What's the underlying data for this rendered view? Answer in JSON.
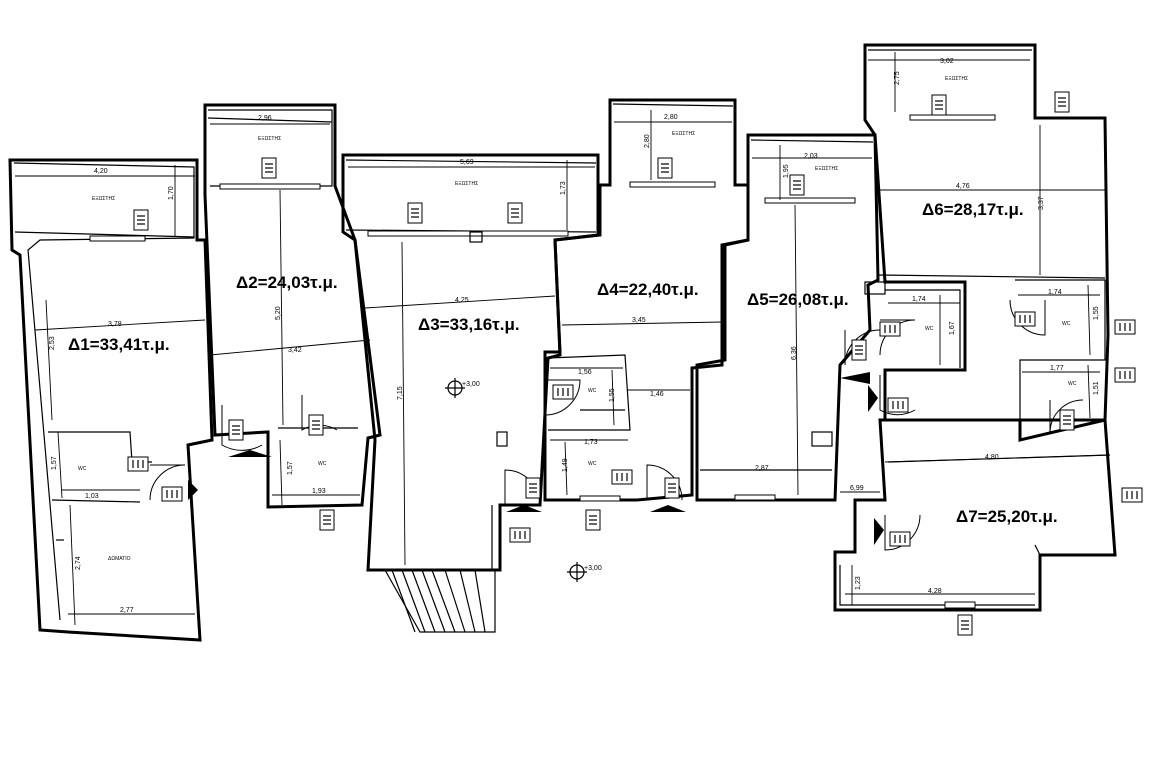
{
  "units": [
    {
      "id": "d1",
      "label": "Δ1=33,41τ.μ."
    },
    {
      "id": "d2",
      "label": "Δ2=24,03τ.μ."
    },
    {
      "id": "d3",
      "label": "Δ3=33,16τ.μ."
    },
    {
      "id": "d4",
      "label": "Δ4=22,40τ.μ."
    },
    {
      "id": "d5",
      "label": "Δ5=26,08τ.μ."
    },
    {
      "id": "d6",
      "label": "Δ6=28,17τ.μ."
    },
    {
      "id": "d7",
      "label": "Δ7=25,20τ.μ."
    }
  ],
  "dimensions": [
    "4,20",
    "1,70",
    "3,78",
    "2,53",
    "1,57",
    "1,03",
    "2,74",
    "2,77",
    "2,96",
    "3,42",
    "5,20",
    "1,57",
    "1,93",
    "5,69",
    "1,73",
    "4,25",
    "7,15",
    "2,80",
    "2,80",
    "3,45",
    "1,56",
    "1,55",
    "1,46",
    "1,73",
    "1,49",
    "2,03",
    "1,95",
    "6,36",
    "2,87",
    "3,02",
    "2,75",
    "4,76",
    "3,37",
    "1,74",
    "1,67",
    "1,74",
    "1,55",
    "1,77",
    "1,51",
    "4,80",
    "6,99",
    "4,28",
    "1,23"
  ],
  "rooms": {
    "balcony": "ΕΞΩΣΤΗΣ",
    "wc": "WC",
    "bedroom": "ΔΩΜΑΤΙΟ"
  },
  "levels": [
    "+3,00",
    "+3,00"
  ]
}
